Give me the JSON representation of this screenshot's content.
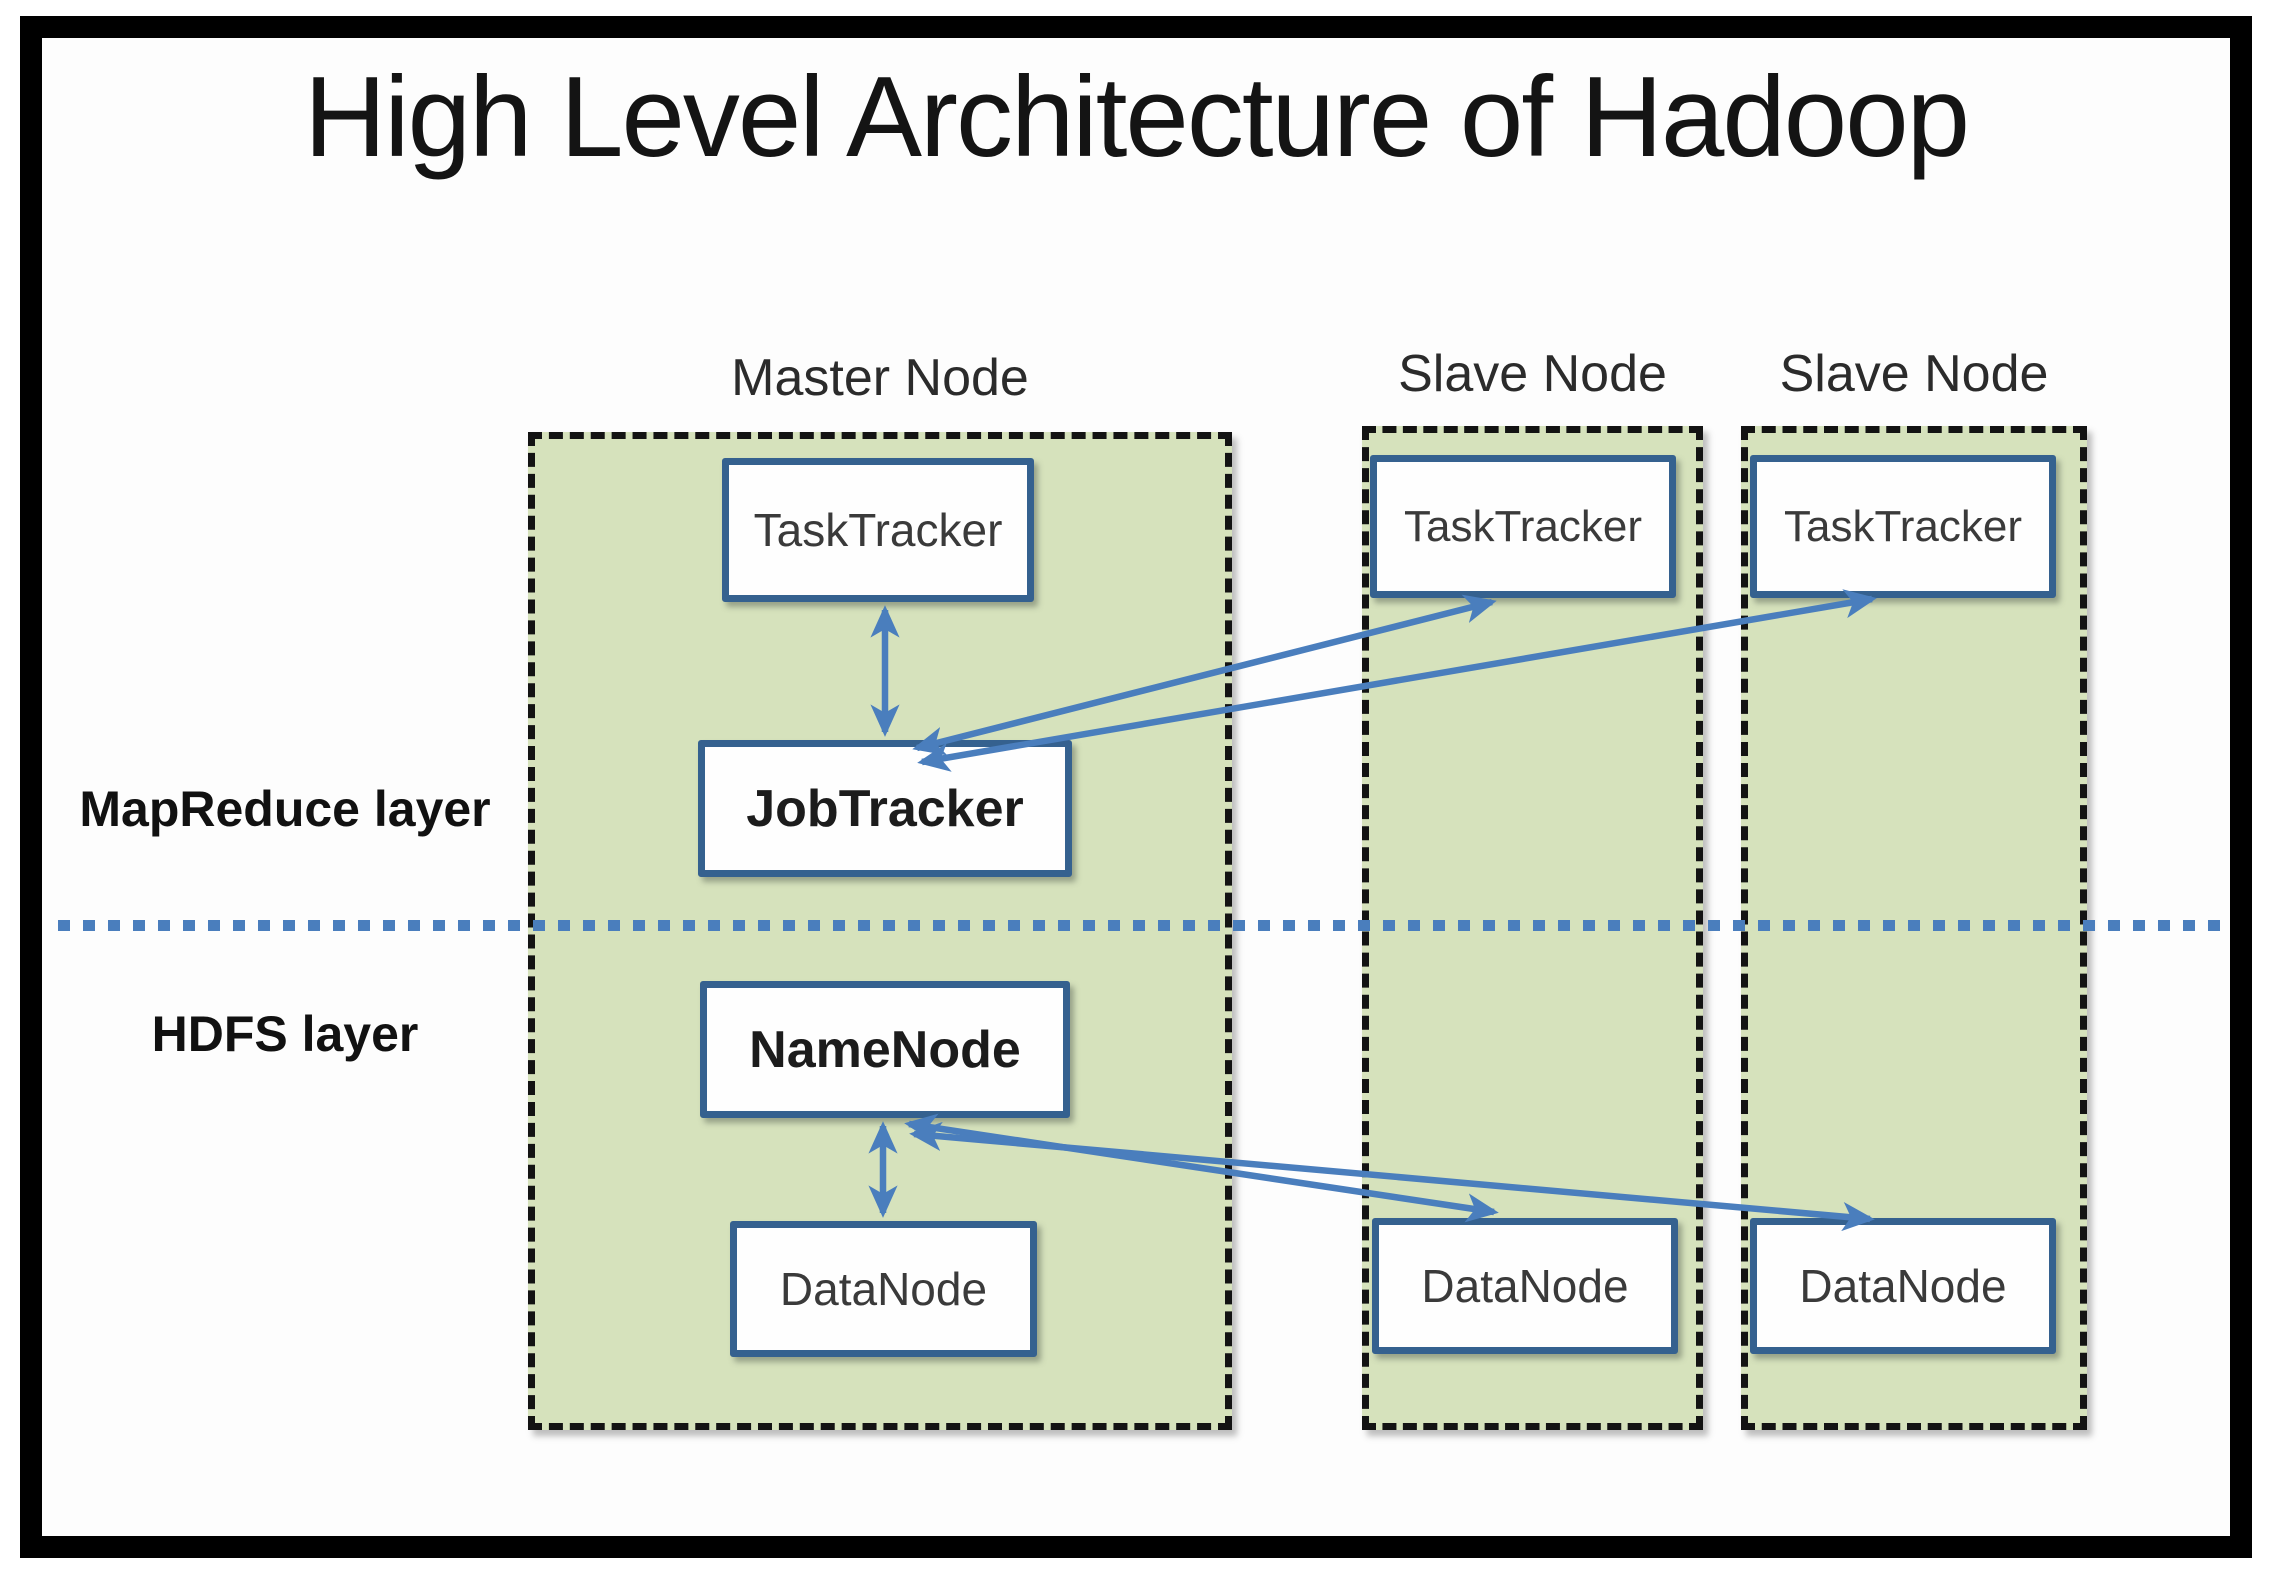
{
  "title": "High Level Architecture of Hadoop",
  "layer_labels": {
    "mapreduce": "MapReduce layer",
    "hdfs": "HDFS layer"
  },
  "nodes": {
    "master": {
      "label": "Master Node",
      "tasktracker": "TaskTracker",
      "jobtracker": "JobTracker",
      "namenode": "NameNode",
      "datanode": "DataNode"
    },
    "slave1": {
      "label": "Slave Node",
      "tasktracker": "TaskTracker",
      "datanode": "DataNode"
    },
    "slave2": {
      "label": "Slave Node",
      "tasktracker": "TaskTracker",
      "datanode": "DataNode"
    }
  },
  "colors": {
    "node_fill": "#d6e2bc",
    "node_border": "#131313",
    "component_border": "#35618f",
    "arrow": "#4a7ebd",
    "divider": "#4a7ebd",
    "title_text": "#141414"
  }
}
